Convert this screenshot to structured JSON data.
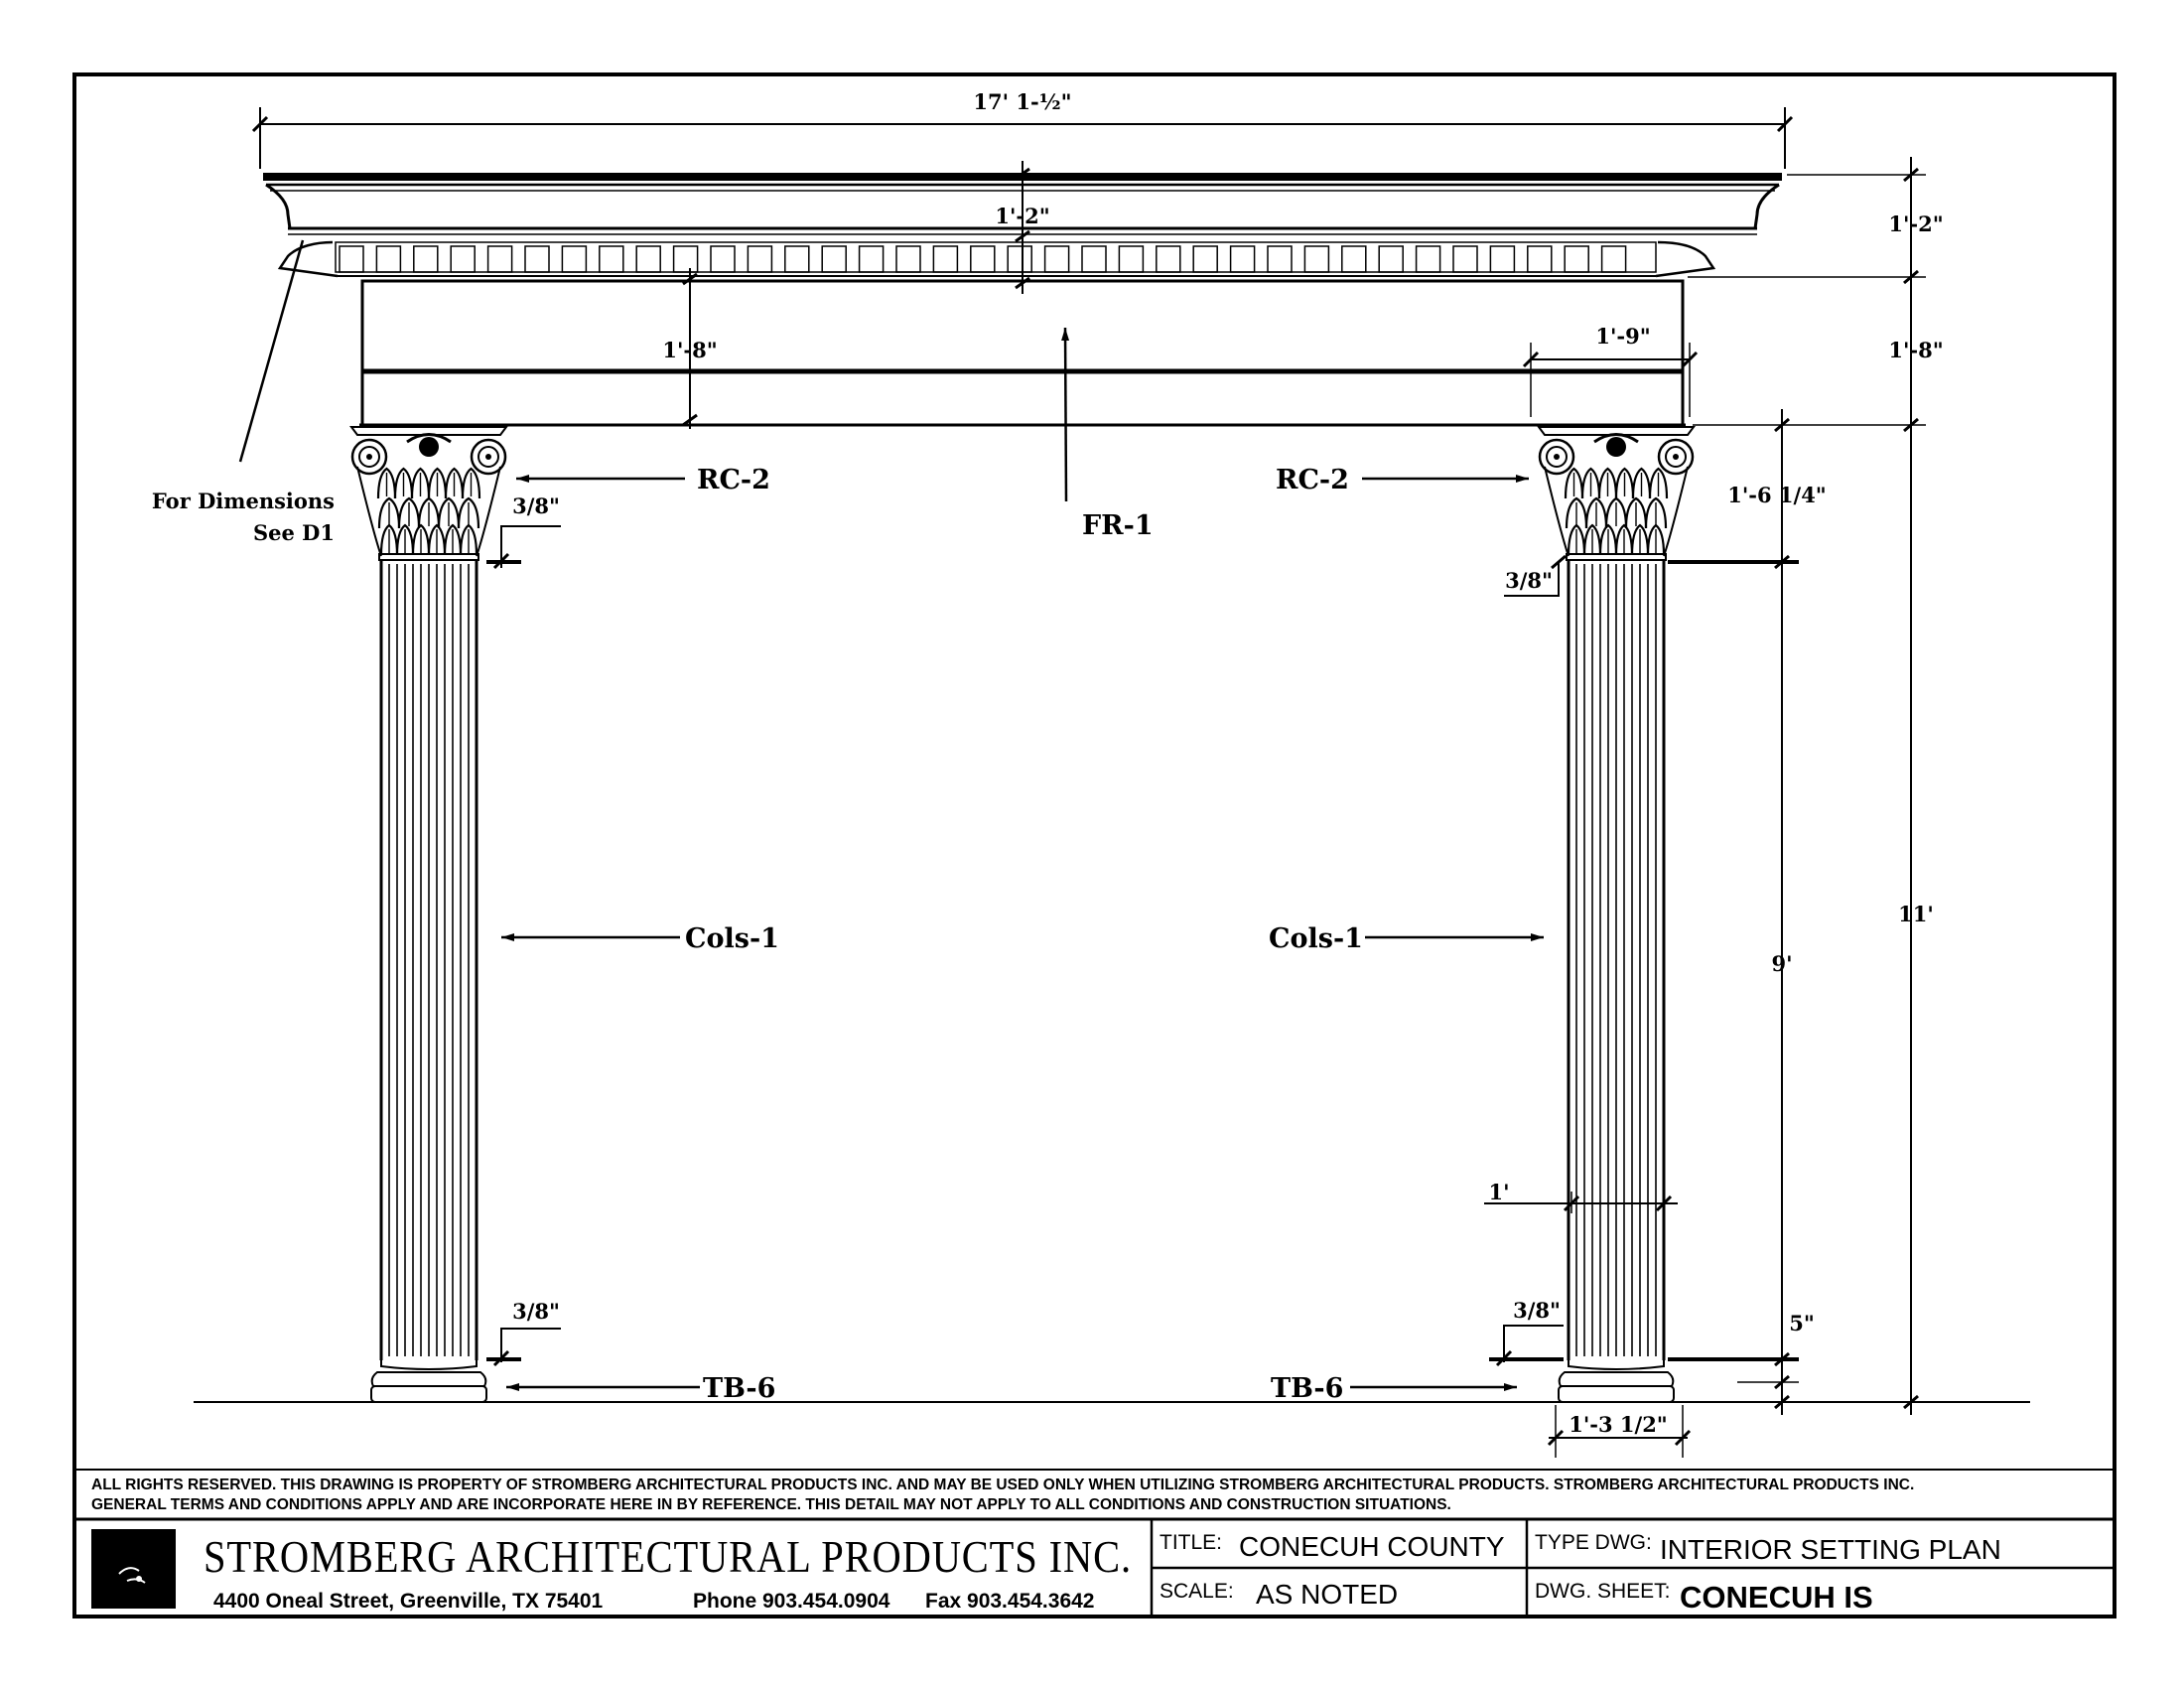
{
  "drawing": {
    "overall_width": "17' 1-½\"",
    "cornice_inner": "1'-2\"",
    "cornice_height": "1'-2\"",
    "frieze_height_left": "1'-8\"",
    "frieze_height_right": "1'-8\"",
    "capital_width": "1'-9\"",
    "capital_height": "1'-6 1/4\"",
    "shaft_height": "9'",
    "total_height": "11'",
    "shaft_diameter": "1'",
    "base_height": "5\"",
    "base_width": "1'-3 1/2\"",
    "gap_left_top": "3/8\"",
    "gap_right_top": "3/8\"",
    "gap_left_bottom": "3/8\"",
    "gap_right_bottom": "3/8\"",
    "labels": {
      "rc_left": "RC-2",
      "rc_right": "RC-2",
      "frieze": "FR-1",
      "cols_left": "Cols-1",
      "cols_right": "Cols-1",
      "tb_left": "TB-6",
      "tb_right": "TB-6"
    },
    "note_line1": "For Dimensions",
    "note_line2": "See D1"
  },
  "legal": {
    "line1": "ALL RIGHTS RESERVED. THIS DRAWING IS PROPERTY OF STROMBERG ARCHITECTURAL PRODUCTS INC. AND MAY BE USED ONLY WHEN UTILIZING STROMBERG ARCHITECTURAL PRODUCTS.  STROMBERG ARCHITECTURAL PRODUCTS INC.",
    "line2": "GENERAL TERMS AND CONDITIONS APPLY AND ARE INCORPORATE HERE IN BY REFERENCE.  THIS DETAIL MAY NOT APPLY TO ALL CONDITIONS AND CONSTRUCTION SITUATIONS."
  },
  "title_block": {
    "company": "STROMBERG ARCHITECTURAL PRODUCTS INC.",
    "address": "4400 Oneal Street, Greenville, TX  75401",
    "phone": "Phone 903.454.0904",
    "fax": "Fax 903.454.3642",
    "title_label": "TITLE:",
    "title_value": "CONECUH COUNTY",
    "scale_label": "SCALE:",
    "scale_value": "AS NOTED",
    "type_label": "TYPE DWG:",
    "type_value": "INTERIOR SETTING PLAN",
    "sheet_label": "DWG. SHEET:",
    "sheet_value": "CONECUH IS"
  }
}
